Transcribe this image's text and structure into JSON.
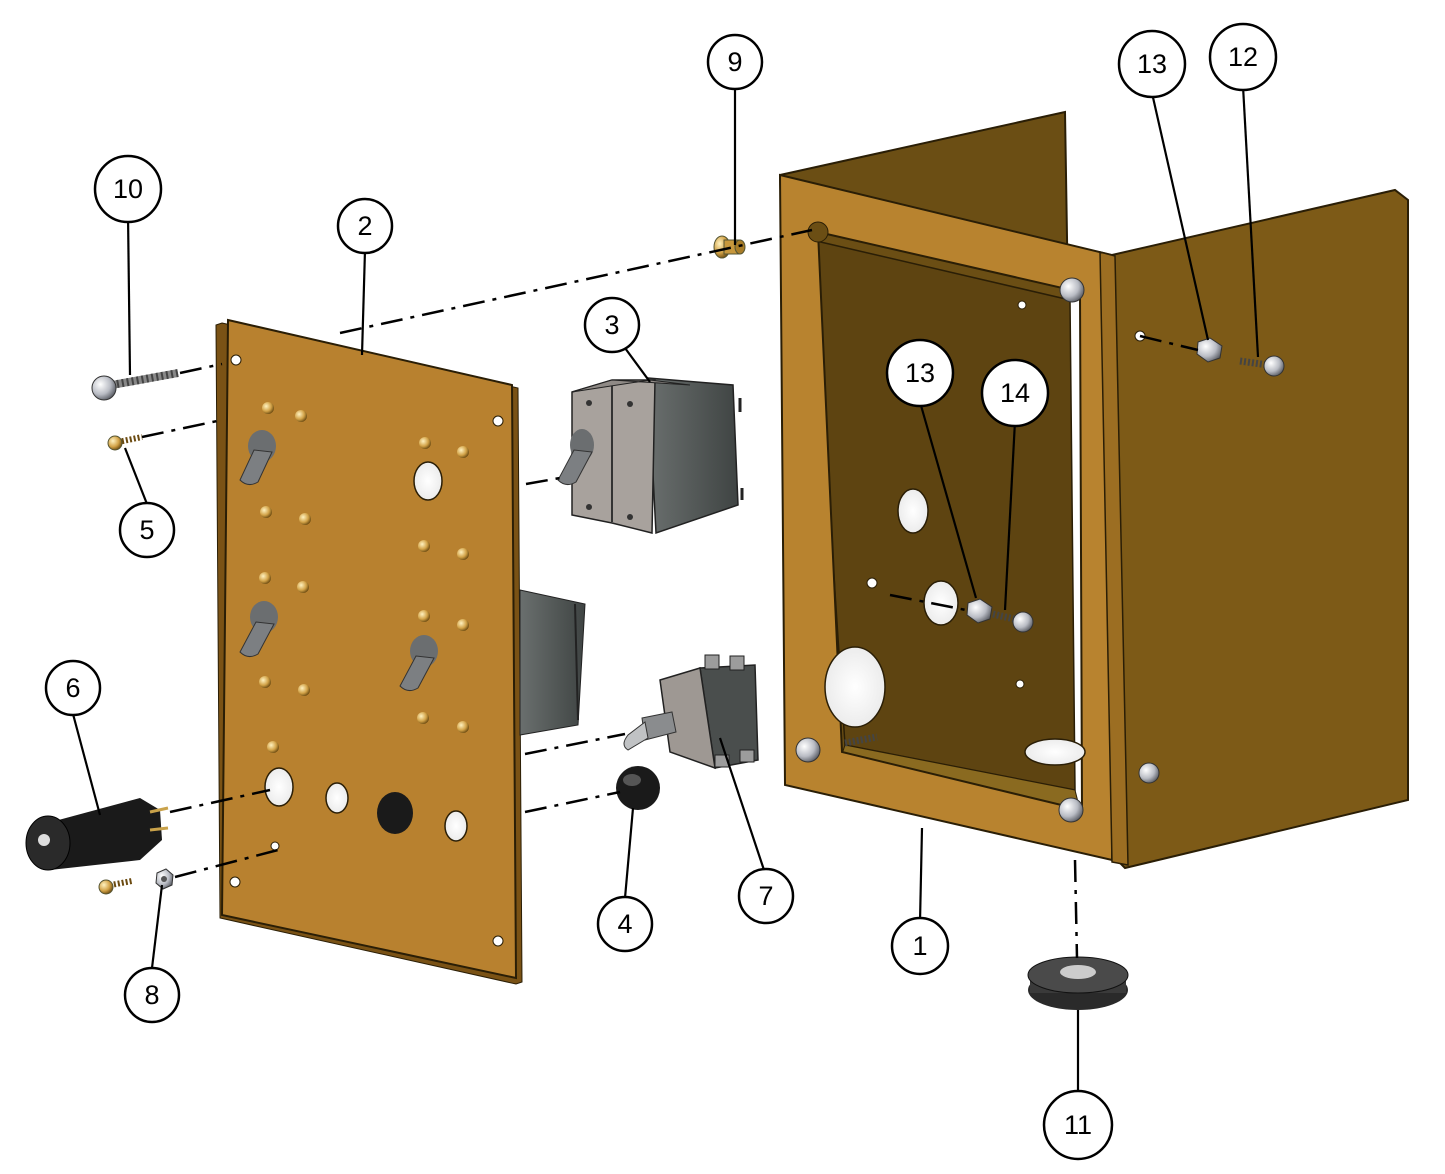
{
  "diagram": {
    "part_colors": {
      "enclosure_front": "#B8832F",
      "enclosure_side": "#8A5F14",
      "enclosure_inner": "#5E4411",
      "panel": "#B8812F",
      "breaker_body": "#4F5453",
      "breaker_face": "#9F9A95",
      "black_part": "#1A1A1A",
      "screw": "#B9BCC4",
      "brass_screw": "#D2A247"
    },
    "callouts": [
      {
        "id": "1",
        "label": "1"
      },
      {
        "id": "2",
        "label": "2"
      },
      {
        "id": "3",
        "label": "3"
      },
      {
        "id": "4",
        "label": "4"
      },
      {
        "id": "5",
        "label": "5"
      },
      {
        "id": "6",
        "label": "6"
      },
      {
        "id": "7",
        "label": "7"
      },
      {
        "id": "8",
        "label": "8"
      },
      {
        "id": "9",
        "label": "9"
      },
      {
        "id": "10",
        "label": "10"
      },
      {
        "id": "11",
        "label": "11"
      },
      {
        "id": "12",
        "label": "12"
      },
      {
        "id": "13a",
        "label": "13"
      },
      {
        "id": "13b",
        "label": "13"
      },
      {
        "id": "14",
        "label": "14"
      }
    ]
  }
}
